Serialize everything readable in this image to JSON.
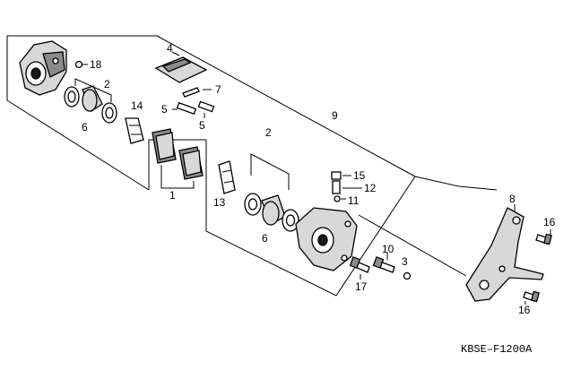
{
  "diagram_code": "KBSE–F1200A",
  "callouts": [
    {
      "id": "c18",
      "text": "18"
    },
    {
      "id": "c4",
      "text": "4"
    },
    {
      "id": "c2a",
      "text": "2"
    },
    {
      "id": "c7",
      "text": "7"
    },
    {
      "id": "c5a",
      "text": "5"
    },
    {
      "id": "c5b",
      "text": "5"
    },
    {
      "id": "c14",
      "text": "14"
    },
    {
      "id": "c6a",
      "text": "6"
    },
    {
      "id": "c9",
      "text": "9"
    },
    {
      "id": "c2b",
      "text": "2"
    },
    {
      "id": "c1",
      "text": "1"
    },
    {
      "id": "c13",
      "text": "13"
    },
    {
      "id": "c15",
      "text": "15"
    },
    {
      "id": "c12",
      "text": "12"
    },
    {
      "id": "c11",
      "text": "11"
    },
    {
      "id": "c8",
      "text": "8"
    },
    {
      "id": "c6b",
      "text": "6"
    },
    {
      "id": "c16a",
      "text": "16"
    },
    {
      "id": "c10",
      "text": "10"
    },
    {
      "id": "c3",
      "text": "3"
    },
    {
      "id": "c17",
      "text": "17"
    },
    {
      "id": "c16b",
      "text": "16"
    }
  ]
}
